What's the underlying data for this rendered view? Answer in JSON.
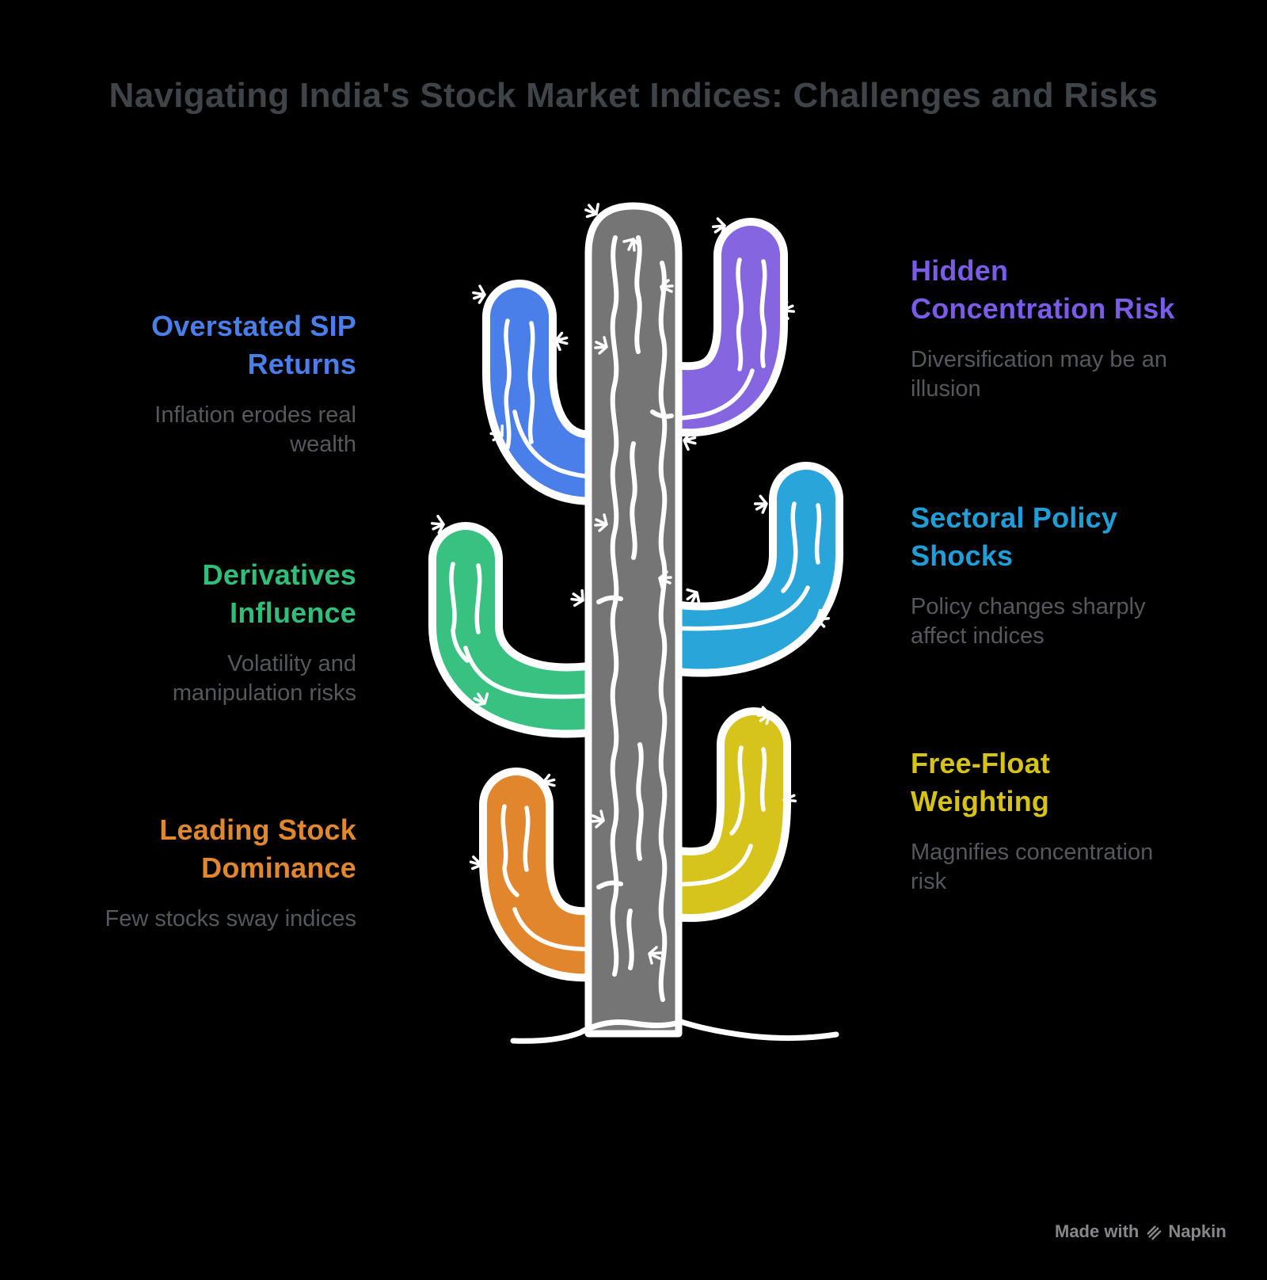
{
  "title": "Navigating India's Stock Market Indices: Challenges and Risks",
  "blocks": [
    {
      "id": "overstated-sip-returns",
      "side": "left",
      "heading": "Overstated SIP\nReturns",
      "description": "Inflation erodes real\nwealth",
      "color": "#4a7ee8"
    },
    {
      "id": "derivatives-influence",
      "side": "left",
      "heading": "Derivatives\nInfluence",
      "description": "Volatility and\nmanipulation risks",
      "color": "#2fbf7b"
    },
    {
      "id": "leading-stock-dominance",
      "side": "left",
      "heading": "Leading Stock\nDominance",
      "description": "Few stocks sway indices",
      "color": "#e1882e"
    },
    {
      "id": "hidden-concentration-risk",
      "side": "right",
      "heading": "Hidden\nConcentration Risk",
      "description": "Diversification may be an\nillusion",
      "color": "#7a5ce8"
    },
    {
      "id": "sectoral-policy-shocks",
      "side": "right",
      "heading": "Sectoral Policy\nShocks",
      "description": "Policy changes sharply\naffect indices",
      "color": "#1f9fd8"
    },
    {
      "id": "free-float-weighting",
      "side": "right",
      "heading": "Free-Float\nWeighting",
      "description": "Magnifies concentration\nrisk",
      "color": "#d7c316"
    }
  ],
  "cactus": {
    "trunk_color": "#757575",
    "outline_color": "#ffffff",
    "arms": [
      {
        "position": "top-left",
        "color": "#4a7ee8"
      },
      {
        "position": "top-right",
        "color": "#8666e0"
      },
      {
        "position": "middle-left",
        "color": "#38c180"
      },
      {
        "position": "middle-right",
        "color": "#2aa5da"
      },
      {
        "position": "bottom-left",
        "color": "#e1862d"
      },
      {
        "position": "bottom-right",
        "color": "#d6c31c"
      }
    ]
  },
  "footer": {
    "made_with": "Made with",
    "brand": "Napkin",
    "logo_color": "#85888b"
  }
}
